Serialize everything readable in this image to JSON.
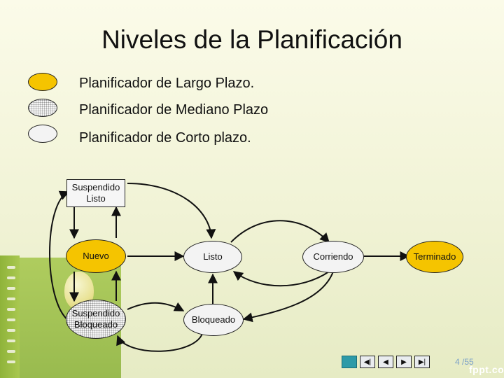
{
  "title": "Niveles de la Planificación",
  "legend": [
    {
      "label": "Planificador de Largo Plazo.",
      "fill": "#f5c400"
    },
    {
      "label": "Planificador de Mediano Plazo",
      "fill": "dotted"
    },
    {
      "label": "Planificador de Corto plazo.",
      "fill": "#f3f3f3"
    }
  ],
  "nodes": {
    "suspendido_listo": "Suspendido\nListo",
    "nuevo": "Nuevo",
    "suspendido_bloqueado": "Suspendido\nBloqueado",
    "listo": "Listo",
    "bloqueado": "Bloqueado",
    "corriendo": "Corriendo",
    "terminado": "Terminado"
  },
  "colors": {
    "long_term": "#f5c400",
    "short_term": "#f3f3f3",
    "nav_first": "#2d9aa8"
  },
  "navigation": {
    "buttons": [
      "first-icon",
      "previous-section-icon",
      "previous-icon",
      "next-icon",
      "last-icon"
    ],
    "page": "4 /55",
    "brand": "fppt.com"
  }
}
